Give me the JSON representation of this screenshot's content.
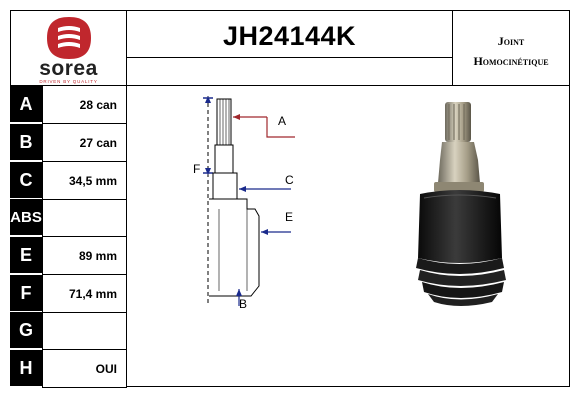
{
  "brand": {
    "name": "sorea",
    "tagline": "DRIVEN BY QUALITY",
    "color": "#c0272d"
  },
  "product": {
    "reference": "JH24144K",
    "sub_reference": "",
    "type_line1": "Joint",
    "type_line2": "Homocinétique"
  },
  "specs": [
    {
      "letter": "A",
      "value": "28 can"
    },
    {
      "letter": "B",
      "value": "27 can"
    },
    {
      "letter": "C",
      "value": "34,5 mm"
    },
    {
      "letter": "ABS",
      "value": ""
    },
    {
      "letter": "E",
      "value": "89 mm"
    },
    {
      "letter": "F",
      "value": "71,4 mm"
    },
    {
      "letter": "G",
      "value": ""
    },
    {
      "letter": "H",
      "value": "OUI"
    }
  ],
  "diagram": {
    "label_a": "A",
    "label_b": "B",
    "label_c": "C",
    "label_e": "E",
    "label_f": "F",
    "arrow_a_color": "#a0282d",
    "arrow_color": "#1a2a8c"
  }
}
